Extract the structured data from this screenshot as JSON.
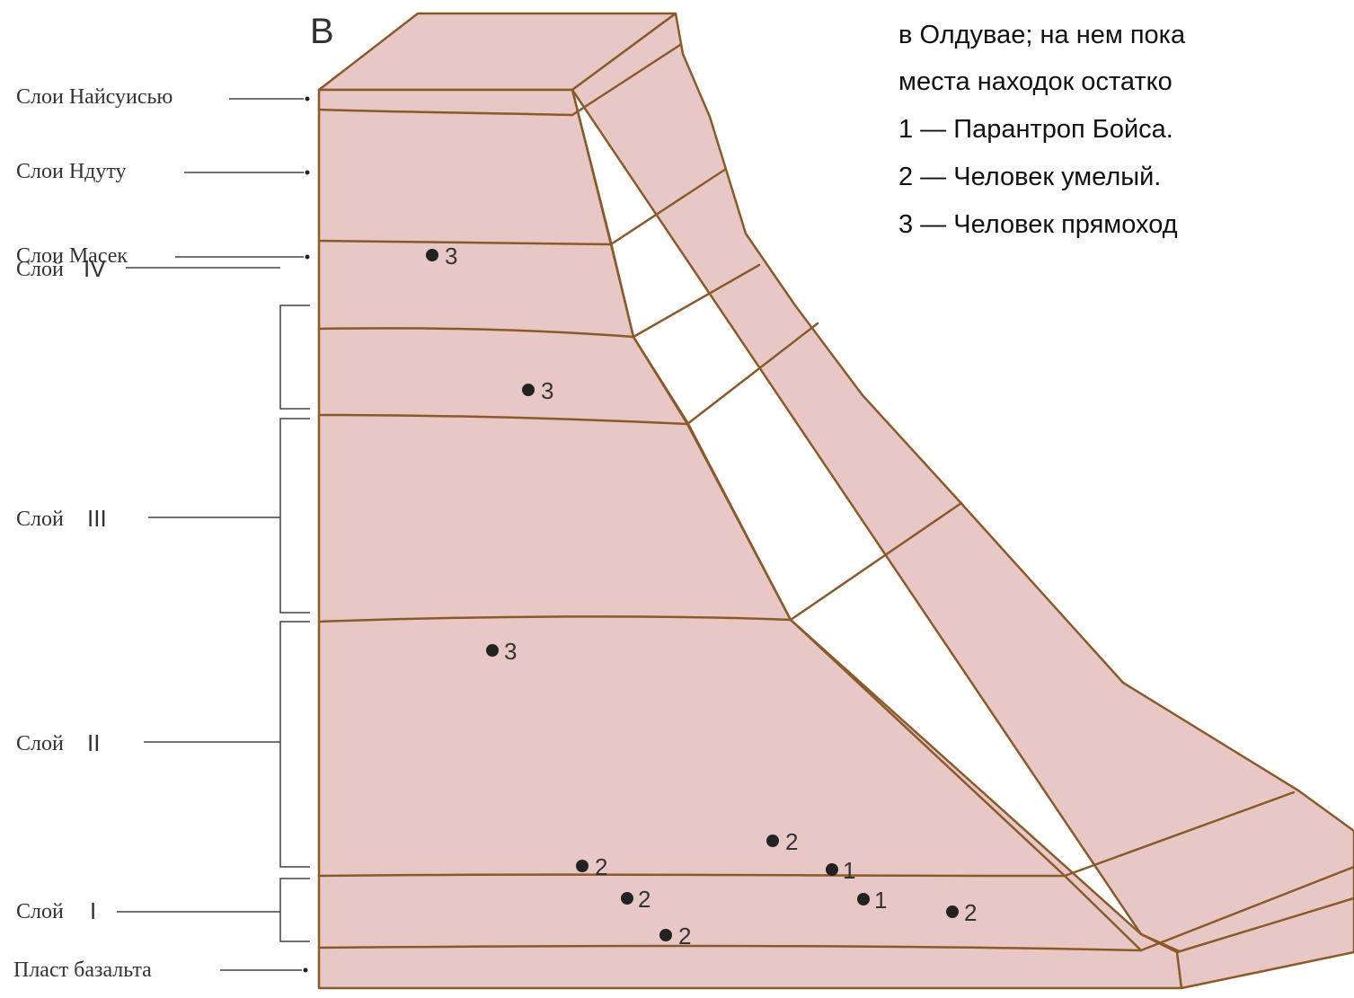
{
  "panel_letter": "В",
  "legend_lines": [
    "в Олдувае; на нем пока",
    "места находок остатко",
    "1 — Парантроп Бойса.",
    "2 — Человек умелый.",
    "3 — Человек прямоход"
  ],
  "layer_labels": {
    "naisiusiu": "Слои Найсуисью",
    "ndutu": "Слои Ндуту",
    "masek": "Слои Масек",
    "bed_iv_word": "Слой",
    "bed_iv_numeral": "IV",
    "bed_iii_word": "Слой",
    "bed_iii_numeral": "III",
    "bed_ii_word": "Слой",
    "bed_ii_numeral": "II",
    "bed_i_word": "Слой",
    "bed_i_numeral": "I",
    "basalt": "Пласт базальта"
  },
  "find_markers": [
    "3",
    "3",
    "3",
    "2",
    "2",
    "1",
    "2",
    "1",
    "2",
    "2"
  ],
  "colors": {
    "block_fill": "#e8c8c6",
    "strata_lines": "#8a5a2b",
    "text": "#333333"
  }
}
